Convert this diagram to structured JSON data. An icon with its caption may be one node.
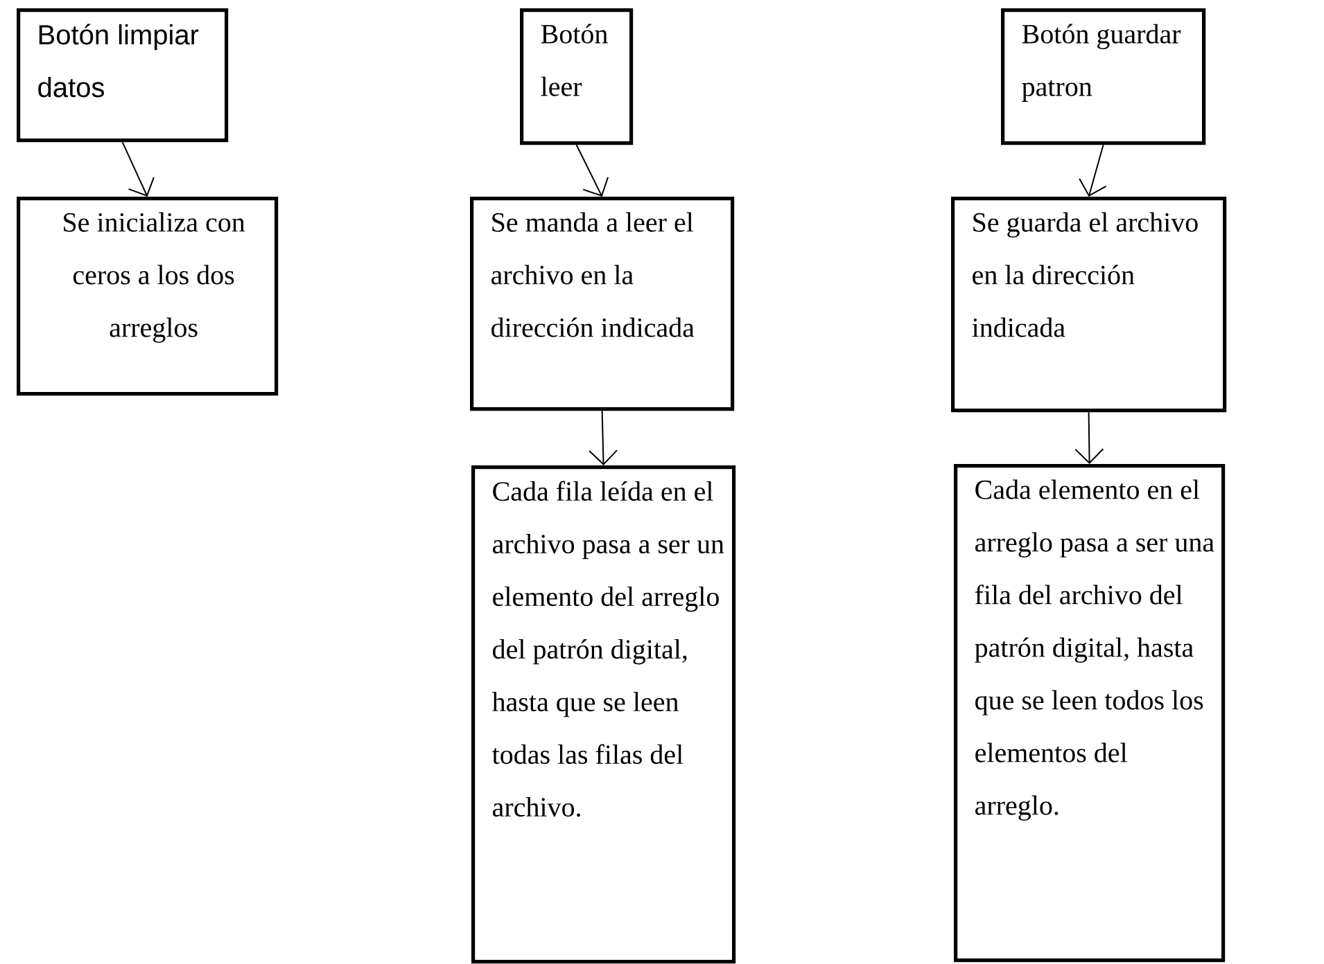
{
  "diagram": {
    "nodes": [
      {
        "text": [
          "Botón limpiar datos"
        ]
      },
      {
        "text": [
          "Se inicializa con ceros a los dos arreglos"
        ]
      },
      {
        "text": [
          "Botón leer"
        ]
      },
      {
        "text": [
          "Se manda a leer el archivo en la dirección indicada"
        ]
      },
      {
        "text": [
          "Cada fila leída en el archivo pasa a ser un elemento del arreglo del patrón digital, hasta que se leen todas las filas del archivo."
        ]
      },
      {
        "text": [
          "Botón guardar patron"
        ]
      },
      {
        "text": [
          "Se guarda el archivo en la dirección indicada"
        ]
      },
      {
        "text": [
          "Cada elemento en el arreglo pasa a ser una fila del archivo del patrón digital, hasta que se leen todos los elementos del arreglo."
        ]
      }
    ],
    "edges": [
      {
        "from": 0,
        "to": 1,
        "arrow": "to"
      },
      {
        "from": 2,
        "to": 3,
        "arrow": "to"
      },
      {
        "from": 3,
        "to": 4,
        "arrow": "to"
      },
      {
        "from": 5,
        "to": 6,
        "arrow": "to"
      },
      {
        "from": 6,
        "to": 7,
        "arrow": "to"
      }
    ]
  }
}
